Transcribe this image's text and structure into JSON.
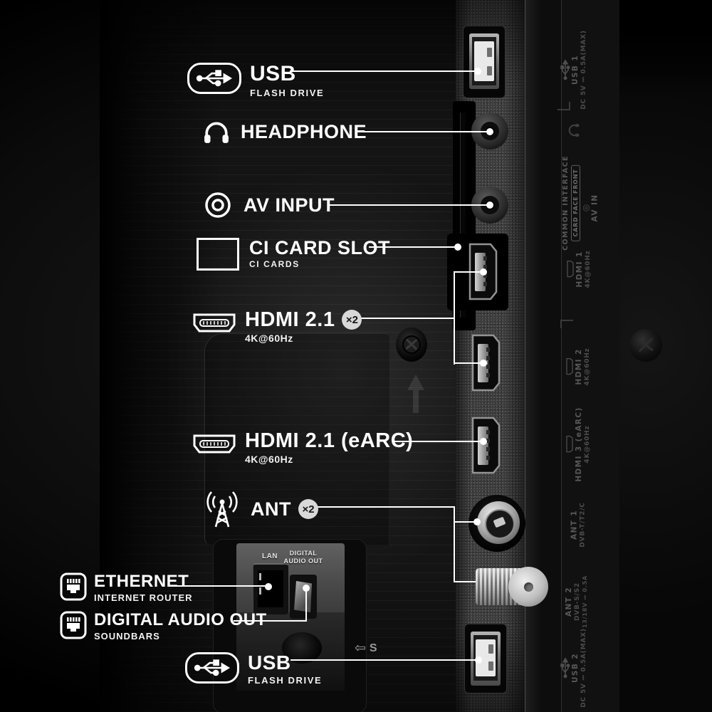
{
  "callouts": {
    "usb_top": {
      "title": "USB",
      "subtitle": "FLASH DRIVE"
    },
    "headphone": {
      "title": "HEADPHONE"
    },
    "av_input": {
      "title": "AV INPUT"
    },
    "ci_card_slot": {
      "title": "CI CARD SLOT",
      "subtitle": "CI CARDS"
    },
    "hdmi_21": {
      "title": "HDMI 2.1",
      "badge": "×2",
      "subtitle": "4K@60Hz"
    },
    "hdmi_21_earc": {
      "title": "HDMI 2.1 (eARC)",
      "subtitle": "4K@60Hz"
    },
    "ant": {
      "title": "ANT",
      "badge": "×2"
    },
    "ethernet": {
      "title": "ETHERNET",
      "subtitle": "INTERNET ROUTER"
    },
    "digital_audio_out": {
      "title": "DIGITAL AUDIO OUT",
      "subtitle": "SOUNDBARS"
    },
    "usb_bottom": {
      "title": "USB",
      "subtitle": "FLASH DRIVE"
    }
  },
  "bay": {
    "lan": "LAN",
    "digital": "DIGITAL",
    "audio_out": "AUDIO OUT",
    "s_mark": "S",
    "s_arrow": "⇦"
  },
  "panel_labels": {
    "usb1": {
      "name": "USB 1",
      "spec": "DC 5V ⎓ 0.5A(MAX)"
    },
    "common_interface": {
      "name": "COMMON INTERFACE",
      "badge": "CARD FACE FRONT"
    },
    "av_in": {
      "name": "AV IN",
      "glyph": "◎"
    },
    "hdmi1": {
      "name": "HDMI 1",
      "spec": "4K@60Hz"
    },
    "hdmi2": {
      "name": "HDMI 2",
      "spec": "4K@60Hz"
    },
    "hdmi3": {
      "name": "HDMI 3 (eARC)",
      "spec": "4K@60Hz"
    },
    "ant1": {
      "name": "ANT 1",
      "spec": "DVB-T/T2/C"
    },
    "ant2": {
      "name": "ANT 2",
      "spec": "DVB-S/S2",
      "spec2": "13/18V ⎓ 0.5A"
    },
    "usb2": {
      "name": "USB 2",
      "spec": "DC 5V ⎓ 0.5A(MAX)"
    }
  },
  "colors": {
    "callout_text": "#ffffff",
    "badge_bg": "#d8d8d8",
    "panel_text": "#585858",
    "background": "#000000"
  }
}
